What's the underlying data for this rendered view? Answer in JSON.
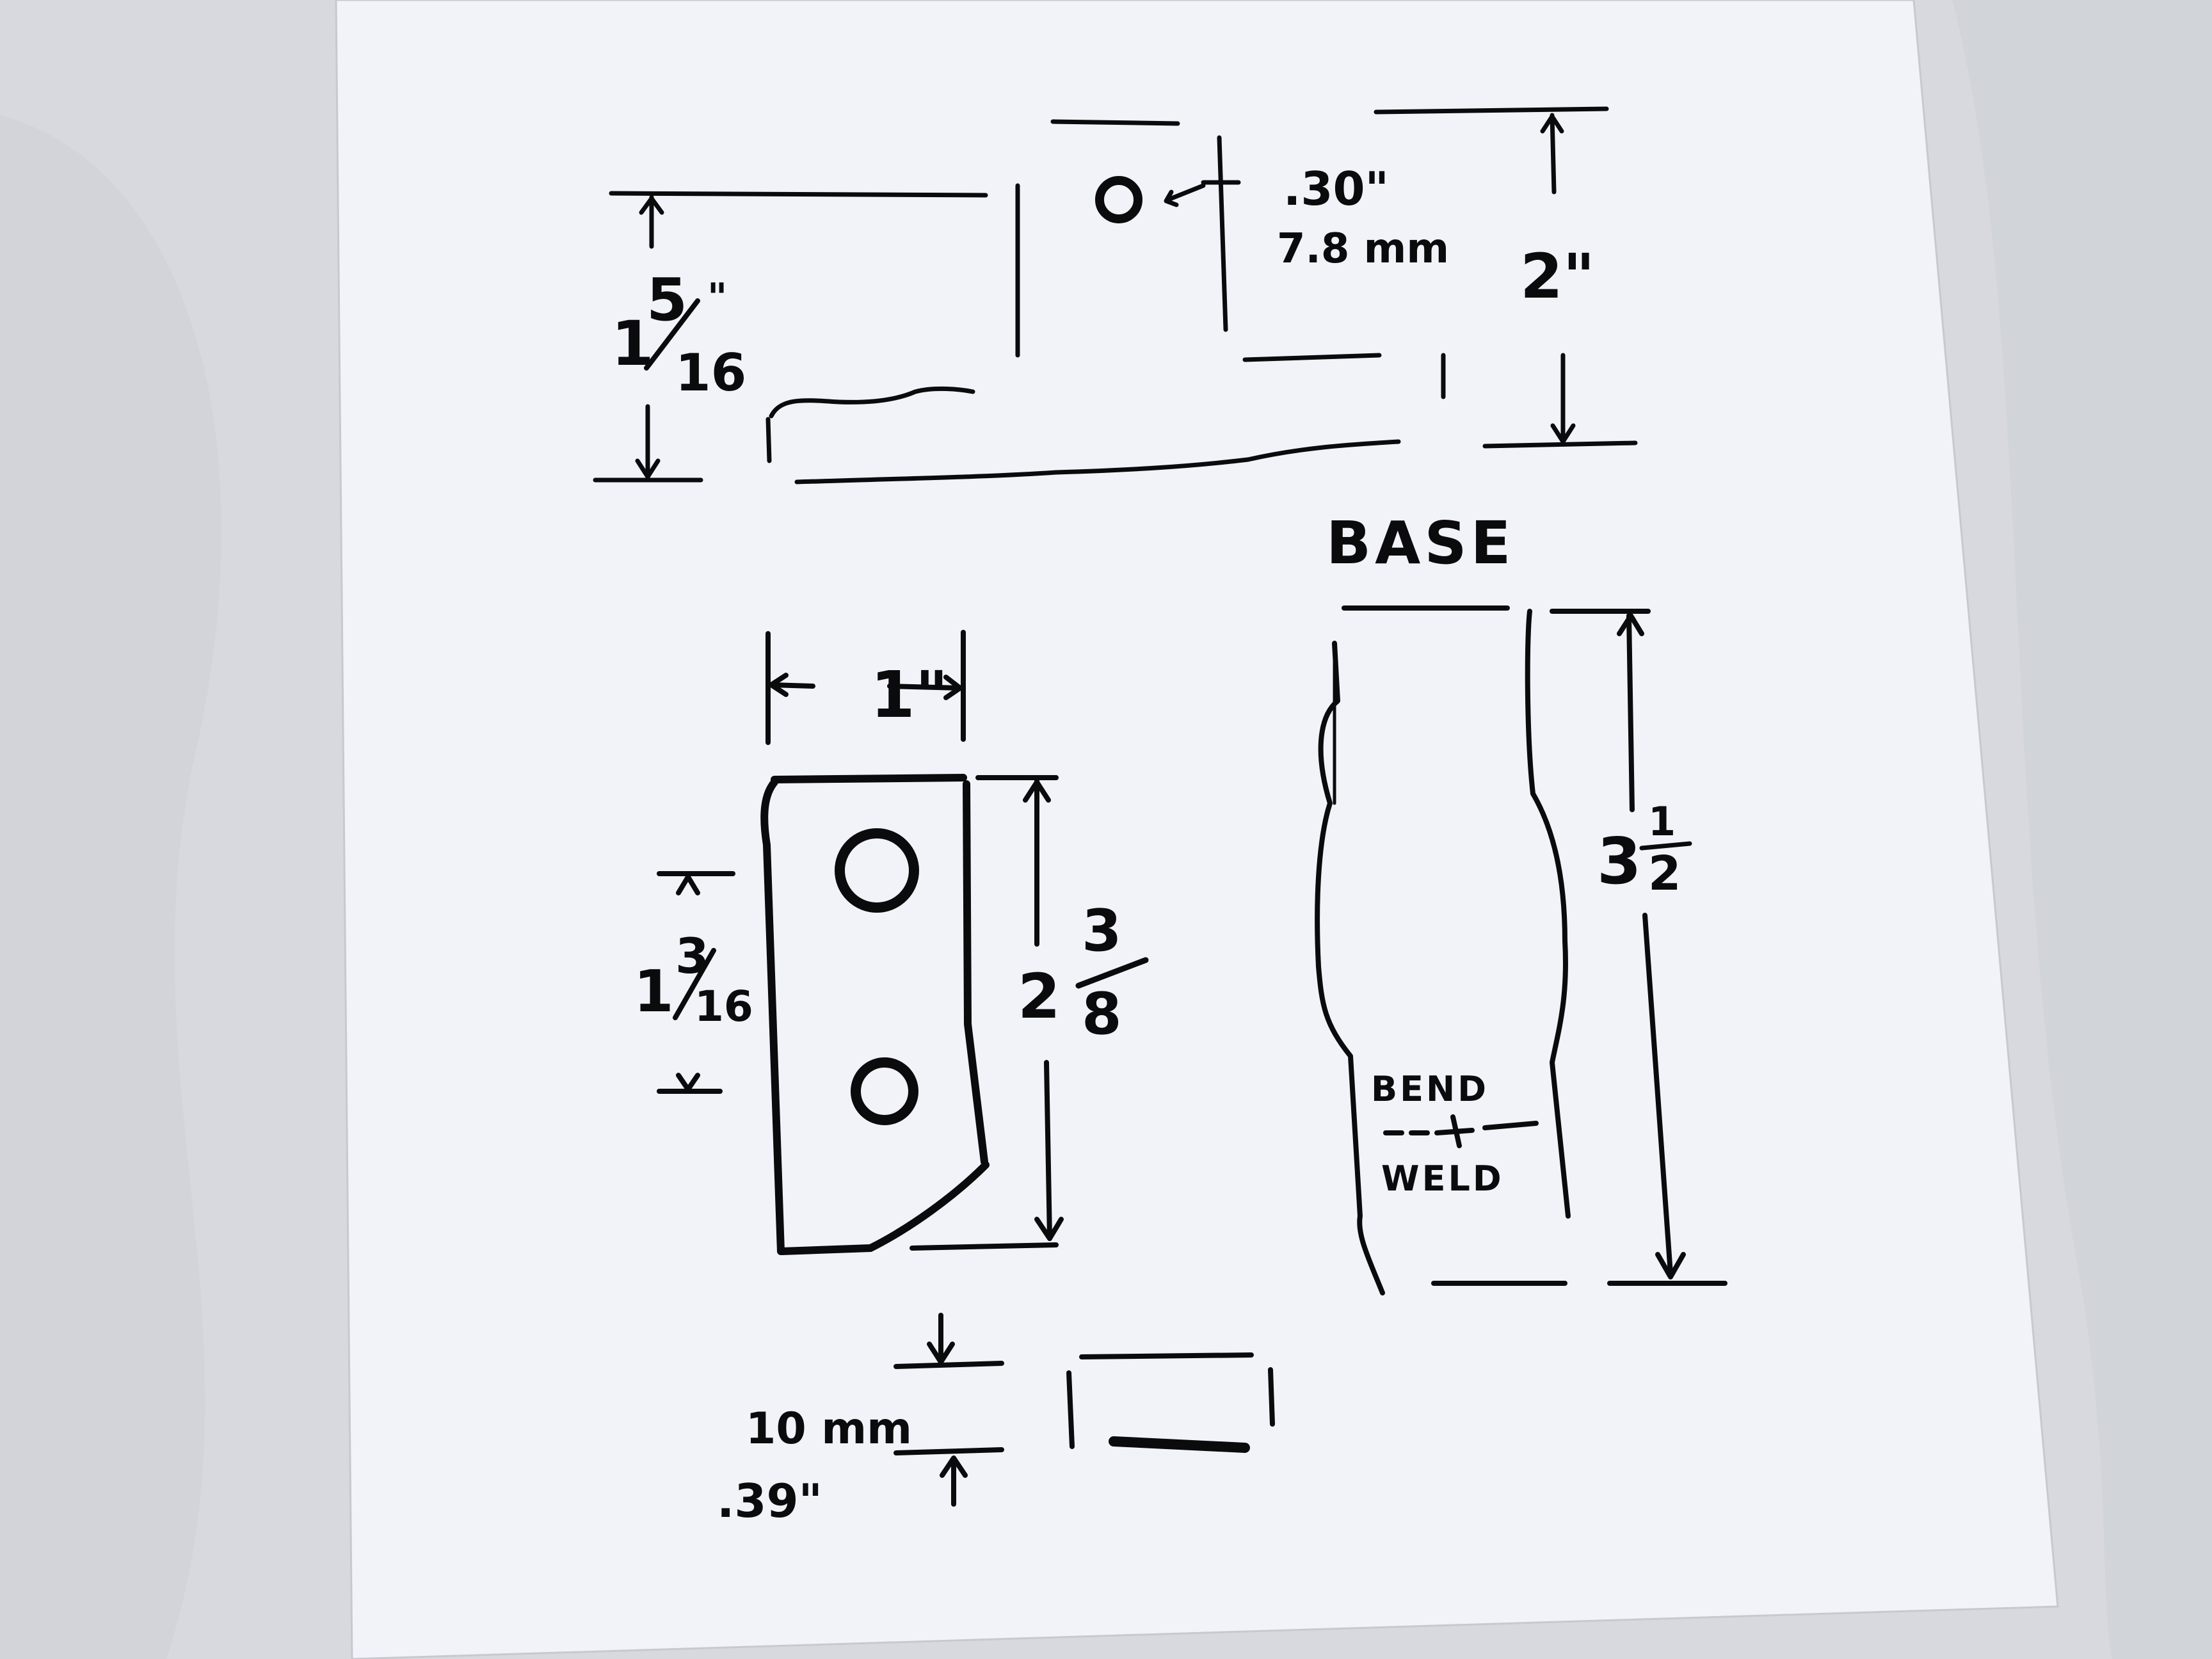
{
  "drawing": {
    "top_view": {
      "left_height": {
        "whole": "1",
        "num": "5",
        "den": "16",
        "inch_mark": "\""
      },
      "hole_diameter_in": ".30\"",
      "hole_diameter_mm": "7.8 mm",
      "right_height": "2\""
    },
    "base_label": "BASE",
    "front_view": {
      "width": "1\"",
      "hole_spacing": {
        "whole": "1",
        "num": "3",
        "den": "16"
      },
      "height": {
        "whole": "2",
        "num": "3",
        "den": "8"
      }
    },
    "base_view": {
      "height": {
        "whole": "3",
        "num": "1",
        "den": "2"
      },
      "bend_label": "BEND",
      "weld_label": "WELD"
    },
    "thickness": {
      "mm": "10 mm",
      "inch": ".39\""
    }
  },
  "colors": {
    "paper": "#f1f3f9",
    "ink": "#0b0b0d",
    "background": "#d9dbe0"
  }
}
